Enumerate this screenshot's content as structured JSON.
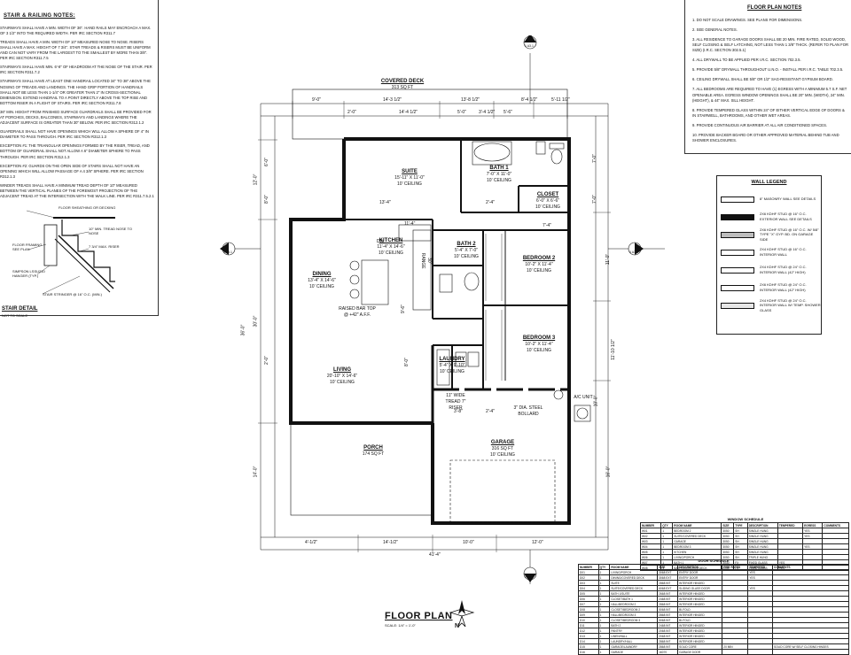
{
  "left_notes": {
    "title": "STAIR & RAILING NOTES:",
    "paragraphs": [
      "STAIRWAYS SHALL HAVE A MIN. WIDTH OF 36\". HAND RAILS MAY ENCROACH A MAX. OF 3 1/2\" INTO THE REQUIRED WIDTH. PER IRC SECTION R311.7",
      "TREADS SHALL HAVE A MIN. WIDTH OF 10\" MEASURED NOSE TO NOSE. RISERS SHALL HAVE A MAX. HEIGHT OF 7 3/4\". STAIR TREADS & RISERS MUST BE UNIFORM AND CAN NOT VARY FROM THE LARGEST TO THE SMALLEST BY MORE THAN 3/8\". PER IRC SECTION R311.7.5",
      "STAIRWAYS SHALL HAVE MIN. 6'-8\" OF HEADROOM AT THE NOSE OF THE STAIR. PER IRC SECTION R311.7.2",
      "STAIRWAYS SHALL HAVE AT LEAST ONE HANDRAIL LOCATED 34\" TO 38\" ABOVE THE NOSING OF TREADS AND LANDINGS. THE HAND GRIP PORTION OF HANDRAILS SHALL NOT BE LESS THAN 1-1/4\" OR GREATER THAN 2\" IN CROSS-SECTIONAL DIMENSION. EXTEND HANDRAIL TO A POINT DIRECTLY ABOVE THE TOP RISE AND BOTTOM RISER IN A FLIGHT OF STAIRS. PER IRC SECTION R311.7.8",
      "36\" MIN. HEIGHT FROM FINISHED SURFACE GUARDRAILS SHALL BE PROVIDED FOR AT PORCHES, DECKS, BALCONIES, STAIRWAYS AND LANDINGS WHERE THE ADJACENT SURFACE IS GREATER THAN 30\" BELOW. PER IRC SECTION R312.1.2",
      "GUARDRAILS SHALL NOT HAVE OPENINGS WHICH WILL ALLOW A SPHERE OF 4\" IN DIAMETER TO PASS THROUGH. PER IRC SECTION R312.1.3",
      "EXCEPTION #1: THE TRIANGULAR OPENINGS FORMED BY THE RISER, TREAD, AND BOTTOM OF GUARDRAIL SHALL NOT ALLOW A 6\" DIAMETER SPHERE TO PASS THROUGH. PER IRC SECTION R312.1.3",
      "EXCEPTION #2: GUARDS ON THE OPEN SIDE OF STAIRS SHALL NOT HAVE AN OPENING WHICH WILL ALLOW PASSAGE OF A 4 3/8\" SPHERE. PER IRC SECTION R312.1.3",
      "WINDER TREADS SHALL HAVE A MINIMUM TREAD DEPTH OF 10\" MEASURED BETWEEN THE VERTICAL PLANES OF THE FOREMOST PROJECTION OF THE ADJACENT TREAD AT THE INTERSECTION WITH THE WALK LINE. PER IRC R311.7.5.2.1"
    ]
  },
  "stair_detail": {
    "callouts": [
      "FLOOR SHEATHING OR DECKING",
      "10\" MIN. TREAD NOSE TO NOSE",
      "FLOOR FRAMING SEE PLAN",
      "7 3/4\" MAX. RISER",
      "SIMPSON LSSU210 HANGER (TYP.)",
      "STAIR STRINGER @ 16\" O.C. (MIN.)"
    ],
    "title": "STAIR DETAIL",
    "scale": "NOT TO SCALE"
  },
  "right_notes": {
    "title": "FLOOR PLAN NOTES",
    "items": [
      "1. DO NOT SCALE DRAWINGS. SEE PLANS FOR DIMENSIONS.",
      "2. SEE GENERAL NOTES.",
      "3. ALL RESIDENCE TO GARAGE DOORS SHALL BE 20 MIN. FIRE RATED, SOLID WOOD, SELF CLOSING & SELF LATCHING, NOT LESS THAN 1 3/8\" THICK. (REFER TO PLAN FOR SIZE) (I.R.C. SECTION 302.5.1)",
      "4. ALL DRYWALL TO BE APPLIED PER I.R.C. SECTION 702.3.5.",
      "5. PROVIDE 5/8\" DRYWALL THROUGHOUT U.N.O. - INSTALL PER I.R.C. TABLE 702.3.5.",
      "6. CEILING DRYWALL SHALL BE 5/8\" OR 1/2\" SAG-RESISTANT GYPSUM BOARD.",
      "7. ALL BEDROOMS ARE REQUIRED TO HAVE (1) EGRESS WITH A MINIMUM 5.7 S.F. NET OPENABLE AREA. EGRESS WINDOW OPENINGS SHALL BE 20\" MIN. (WIDTH), 24\" MIN. (HEIGHT), & 44\" MAX. SILL HEIGHT.",
      "8. PROVIDE TEMPERED GLASS WITHIN 24\" OF EITHER VERTICAL EDGE OF DOORS & IN STAIRWELL, BATHROOMS, AND OTHER WET AREAS.",
      "9. PROVIDE CONTINUOUS AIR BARRIER AT ALL AIR CONDITIONED SPACES.",
      "10. PROVIDE BACKER BOARD OR OTHER APPROVED MATERIAL BEHIND TUB AND SHOWER ENCLOSURES."
    ]
  },
  "wall_legend": {
    "title": "WALL LEGEND",
    "items": [
      {
        "label": "8\" MASONRY WALL SEE DETAILS",
        "fill": "#ffffff"
      },
      {
        "label": "2x6 KDHF STUD @ 16\" O.C. EXTERIOR WALL SEE DETAILS",
        "fill": "#111111"
      },
      {
        "label": "2x6 KDHF STUD @ 16\" O.C. W/ 5/8\" TYPE \"X\" GYP. BD. ON GARAGE SIDE",
        "fill": "#bdbdbd"
      },
      {
        "label": "2x4 KDHF STUD @ 16\" O.C. INTERIOR WALL",
        "fill": "#ffffff"
      },
      {
        "label": "2x4 KDHF STUD @ 24\" O.C. INTERIOR WALL (42\" HIGH)",
        "fill": "#ffffff"
      },
      {
        "label": "2x6 KDHF STUD @ 24\" O.C. INTERIOR WALL (42\" HIGH)",
        "fill": "#ffffff"
      },
      {
        "label": "2x4 KDHF STUD @ 24\" O.C. INTERIOR WALL W/ TEMP. SHOWER GLASS",
        "fill": "#e6e6e6"
      }
    ]
  },
  "rooms": [
    {
      "name": "COVERED DECK",
      "lines": [
        "313 SQ FT"
      ]
    },
    {
      "name": "SUITE",
      "lines": [
        "15'-11\" x 11'-0\"",
        "10' CEILING"
      ]
    },
    {
      "name": "BATH 1",
      "lines": [
        "7'-0\" x 11'-0\"",
        "10' CEILING"
      ]
    },
    {
      "name": "CLOSET",
      "lines": [
        "6'-0\" x 6'-6\"",
        "10' CEILING"
      ]
    },
    {
      "name": "KITCHEN",
      "lines": [
        "11'-4\" x 14'-6\"",
        "10' CEILING"
      ]
    },
    {
      "name": "DINING",
      "lines": [
        "13'-4\" x 14'-6\"",
        "10' CEILING"
      ]
    },
    {
      "name": "BATH 2",
      "lines": [
        "5'-4\" x 7'-0\"",
        "10' CEILING"
      ]
    },
    {
      "name": "BEDROOM 2",
      "lines": [
        "10'-2\" x 11'-4\"",
        "10' CEILING"
      ]
    },
    {
      "name": "BEDROOM 3",
      "lines": [
        "10'-2\" x 11'-4\"",
        "10' CEILING"
      ]
    },
    {
      "name": "LAUNDRY",
      "lines": [
        "5'-4\" x 9'-10\"",
        "10' CEILING"
      ]
    },
    {
      "name": "LIVING",
      "lines": [
        "20'-10\" x 14'-6\"",
        "10' CEILING"
      ]
    },
    {
      "name": "PORCH",
      "lines": [
        "174 SQ FT"
      ]
    },
    {
      "name": "GARAGE",
      "lines": [
        "316 SQ FT",
        "10' CEILING"
      ]
    }
  ],
  "annotations": {
    "bar_top": "RAISED BAR TOP @ +42\" A.F.F.",
    "bollard": "3\" DIA. STEEL BOLLARD",
    "stair_tread": "11\" WIDE TREAD 7\" RISER",
    "ac_unit": "A/C UNIT",
    "range": "30\" RANGE",
    "dw": "DW",
    "section_marks": [
      "1 A3.1",
      "2 A3.1",
      "3 A3.1",
      "4 A3.1"
    ]
  },
  "dimensions": {
    "top_outer": [
      "9'-0\"",
      "14'-3 1/2\"",
      "13'-8 1/2\"",
      "8'-4 1/2\"",
      "5'-11 1/2\""
    ],
    "top_inner": [
      "2'-0\"",
      "14'-4 1/2\"",
      "5'-0\"",
      "3'-4 1/2\"",
      "5'-6\""
    ],
    "left": [
      "6'-0\"",
      "12'-0\"",
      "8'-0\"",
      "30'-0\"",
      "2'-0\"",
      "36'-0\"",
      "14'-0\""
    ],
    "right": [
      "7'-0\"",
      "7'-0\"",
      "11'-0\"",
      "11'-10 1/2\"",
      "10'-0\"",
      "16'-0\""
    ],
    "bottom": [
      "4'-1/2\"",
      "14'-1/2\"",
      "10'-0\"",
      "12'-0\"",
      "41'-4\""
    ],
    "interior": [
      "13'-4\"",
      "11'-4\"",
      "2'-4\"",
      "7'-4\"",
      "8'-0\"",
      "9'-6\"",
      "2'-4\"",
      "3'-8\""
    ]
  },
  "window_schedule": {
    "title": "WINDOW SCHEDULE",
    "headers": [
      "NUMBER",
      "QTY",
      "ROOM NAME",
      "SIZE",
      "TYPE",
      "DESCRIPTION",
      "TEMPERED",
      "EGRESS",
      "COMMENTS"
    ],
    "rows": [
      [
        "W01",
        "1",
        "BEDROOM 2",
        "3050",
        "SH",
        "SINGLE HUNG",
        "",
        "YES",
        ""
      ],
      [
        "W02",
        "1",
        "SUITE/COVERED DECK",
        "3050",
        "SH",
        "SINGLE HUNG",
        "",
        "YES",
        ""
      ],
      [
        "W03",
        "1",
        "GARAGE",
        "3050",
        "SH",
        "SINGLE HUNG",
        "",
        "",
        ""
      ],
      [
        "W04",
        "1",
        "BEDROOM 3",
        "3050",
        "SH",
        "SINGLE HUNG",
        "",
        "YES",
        ""
      ],
      [
        "W05",
        "1",
        "KITCHEN",
        "3050",
        "SH",
        "SINGLE HUNG",
        "",
        "",
        ""
      ],
      [
        "W06",
        "1",
        "LIVING/PORCH",
        "3050",
        "SH",
        "TRIPLE HUNG",
        "",
        "",
        ""
      ],
      [
        "W07",
        "1",
        "BATH 1",
        "2030",
        "FX",
        "FIXED GLASS",
        "YES",
        "",
        ""
      ],
      [
        "W08",
        "1",
        "BATH 2/COVERED DECK",
        "2030",
        "FX",
        "FIXED GLASS",
        "YES",
        "",
        ""
      ]
    ]
  },
  "door_schedule": {
    "title": "DOOR SCHEDULE",
    "headers": [
      "NUMBER",
      "QTY",
      "ROOM NAME",
      "SIZE",
      "DESCRIPTION",
      "FIRE RATED",
      "TEMPERED",
      "COMMENTS"
    ],
    "rows": [
      [
        "D01",
        "1",
        "LIVING/PORCH",
        "3068 EXT",
        "ENTRY DOOR",
        "",
        "YES",
        ""
      ],
      [
        "D02",
        "1",
        "DINING/COVERED DECK",
        "3068 EXT",
        "ENTRY DOOR",
        "",
        "YES",
        ""
      ],
      [
        "D03",
        "1",
        "SUITE",
        "2868 INT",
        "INTERIOR HINGED",
        "",
        "",
        ""
      ],
      [
        "D04",
        "1",
        "SUITE/COVERED DECK",
        "6068 EXT",
        "SLIDING GLASS DOOR",
        "",
        "YES",
        ""
      ],
      [
        "D05",
        "1",
        "BATH 1/SUITE",
        "2668 INT",
        "INTERIOR HINGED",
        "",
        "",
        ""
      ],
      [
        "D06",
        "1",
        "CLOSET/BATH 1",
        "2468 INT",
        "INTERIOR HINGED",
        "",
        "",
        ""
      ],
      [
        "D07",
        "1",
        "HALL/BEDROOM 2",
        "2868 INT",
        "INTERIOR HINGED",
        "",
        "",
        ""
      ],
      [
        "D08",
        "1",
        "CLOSET/BEDROOM 2",
        "5068 INT",
        "BI-FOLD",
        "",
        "",
        ""
      ],
      [
        "D09",
        "1",
        "HALL/BEDROOM 3",
        "2868 INT",
        "INTERIOR HINGED",
        "",
        "",
        ""
      ],
      [
        "D10",
        "1",
        "CLOSET/BEDROOM 3",
        "5068 INT",
        "BI-FOLD",
        "",
        "",
        ""
      ],
      [
        "D11",
        "1",
        "BATH 2",
        "2468 INT",
        "INTERIOR HINGED",
        "",
        "",
        ""
      ],
      [
        "D12",
        "1",
        "PANTRY",
        "2068 INT",
        "INTERIOR HINGED",
        "",
        "",
        ""
      ],
      [
        "D13",
        "1",
        "LINEN/HALL",
        "2068 INT",
        "INTERIOR HINGED",
        "",
        "",
        ""
      ],
      [
        "D14",
        "1",
        "LAUNDRY/HALL",
        "2868 INT",
        "INTERIOR HINGED",
        "",
        "",
        ""
      ],
      [
        "D15",
        "1",
        "GARAGE/LAUNDRY",
        "2868 INT",
        "SOLID CORE",
        "20 MIN",
        "",
        "SOLID CORE W/ SELF CLOSING HINGES"
      ],
      [
        "D16",
        "1",
        "GARAGE",
        "16070",
        "GARAGE DOOR",
        "",
        "",
        ""
      ]
    ]
  },
  "title_block": {
    "title": "FLOOR PLAN",
    "scale": "SCALE: 1/4\" = 1'-0\"",
    "north": "N"
  },
  "colors": {
    "line": "#111111",
    "light": "#888888",
    "paper": "#ffffff"
  }
}
